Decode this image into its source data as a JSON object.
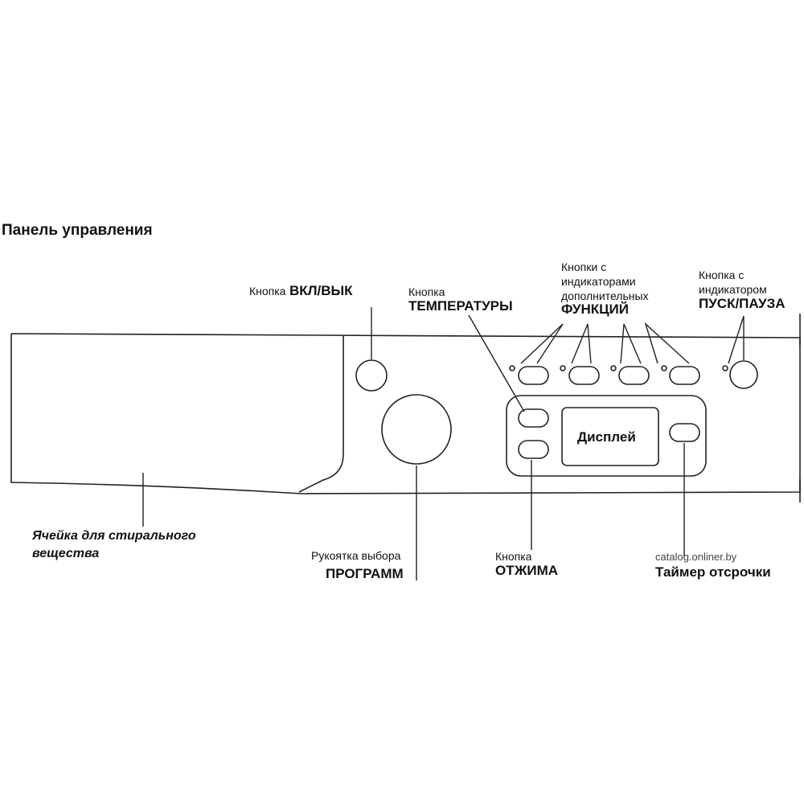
{
  "title": "Панель управления",
  "labels": {
    "power": {
      "small": "Кнопка",
      "big": "ВКЛ/ВЫК"
    },
    "temperature": {
      "small": "Кнопка",
      "big": "ТЕМПЕРАТУРЫ"
    },
    "functions": {
      "line1": "Кнопки с",
      "line2": "индикаторами",
      "line3": "дополнительных",
      "big": "ФУНКЦИЙ"
    },
    "start_pause": {
      "line1": "Кнопка с",
      "line2": "индикатором",
      "big": "ПУСК/ПАУЗА"
    },
    "display": "Дисплей",
    "detergent": {
      "line1": "Ячейка для стирального",
      "line2": "вещества"
    },
    "program_knob": {
      "small": "Рукоятка выбора",
      "big": "ПРОГРАММ"
    },
    "spin": {
      "small": "Кнопка",
      "big": "ОТЖИМА"
    },
    "delay_timer": {
      "big": "Таймер отсрочки"
    }
  },
  "watermark": "catalog.onliner.by"
}
